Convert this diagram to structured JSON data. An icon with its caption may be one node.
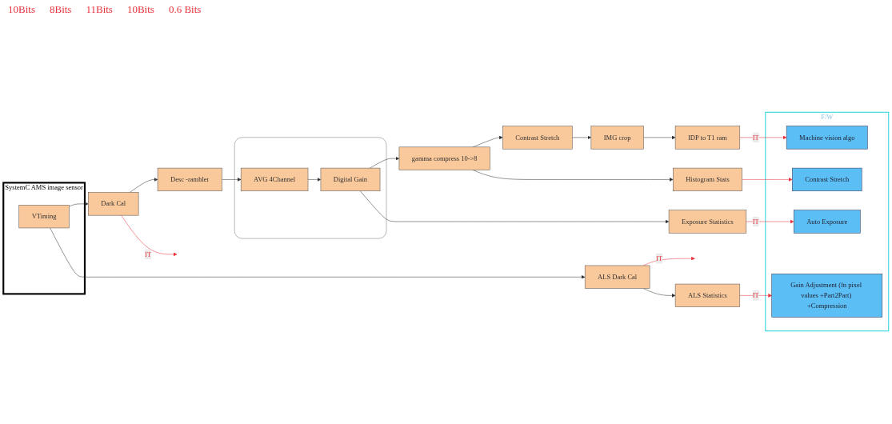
{
  "diagram": {
    "nodes": [
      {
        "text": [
          "SystemC AMS image sensor"
        ]
      },
      {
        "text": [
          "VTiming"
        ],
        "in": 0
      },
      {
        "text": [
          "Dark Cal"
        ]
      },
      {
        "text": [
          "Desc -rambler"
        ]
      },
      {
        "text": [],
        "shape": "box"
      },
      {
        "text": [
          "AVG 4Channel"
        ],
        "in": 4
      },
      {
        "text": [
          "Digital Gain"
        ],
        "in": 4
      },
      {
        "text": [
          "gamma compress 10->8"
        ]
      },
      {
        "text": [
          "Contrast Stretch"
        ]
      },
      {
        "text": [
          "IMG crop"
        ]
      },
      {
        "text": [
          "IDP to T1 ram"
        ]
      },
      {
        "text": [
          "Exposure Statistics"
        ]
      },
      {
        "text": [
          "Histogram Stats"
        ]
      },
      {
        "text": [
          "ALS Dark Cal"
        ]
      },
      {
        "text": [
          "ALS Statistics"
        ]
      },
      {
        "text": [
          "F/W"
        ]
      },
      {
        "text": [
          "Gain Adjustment (fn pixel values +Part2Part) +Compression"
        ],
        "in": 15
      },
      {
        "text": [
          "Auto Exposure"
        ],
        "in": 15
      },
      {
        "text": [
          "Contrast Stretch"
        ],
        "in": 15
      },
      {
        "text": [
          "Machine vision algo"
        ],
        "in": 15
      }
    ],
    "edges": [
      {
        "from": 1,
        "to": 2,
        "arrow": "to"
      },
      {
        "from": 1,
        "to": 13,
        "arrow": "to"
      },
      {
        "from": 2,
        "to": 3,
        "arrow": "to"
      },
      {
        "from": 3,
        "to": 5,
        "arrow": "to"
      },
      {
        "from": 5,
        "to": 6,
        "arrow": "to"
      },
      {
        "from": 6,
        "to": 7,
        "arrow": "to"
      },
      {
        "from": 6,
        "to": 11,
        "arrow": "to"
      },
      {
        "from": 7,
        "to": 8,
        "arrow": "to"
      },
      {
        "from": 7,
        "to": 12,
        "arrow": "to"
      },
      {
        "from": 8,
        "to": 9,
        "arrow": "to"
      },
      {
        "from": 9,
        "to": 10,
        "arrow": "to"
      },
      {
        "from": 2,
        "to": null,
        "arrow": "to",
        "label": "IT",
        "color": "#e8323c"
      },
      {
        "from": 13,
        "to": null,
        "arrow": "to",
        "label": "IT",
        "color": "#e8323c"
      },
      {
        "from": 13,
        "to": 14,
        "arrow": "to"
      },
      {
        "from": 14,
        "to": 16,
        "arrow": "to",
        "label": "IT",
        "color": "#e8323c"
      },
      {
        "from": 11,
        "to": 17,
        "arrow": "to",
        "label": "IT",
        "color": "#e8323c"
      },
      {
        "from": 12,
        "to": 18,
        "arrow": "to",
        "color": "#e8323c"
      },
      {
        "from": 10,
        "to": 19,
        "arrow": "to",
        "label": "IT",
        "color": "#e8323c"
      }
    ],
    "labels": [
      "10Bits",
      "8Bits",
      "11Bits",
      "10Bits",
      "0.6 Bits"
    ]
  }
}
